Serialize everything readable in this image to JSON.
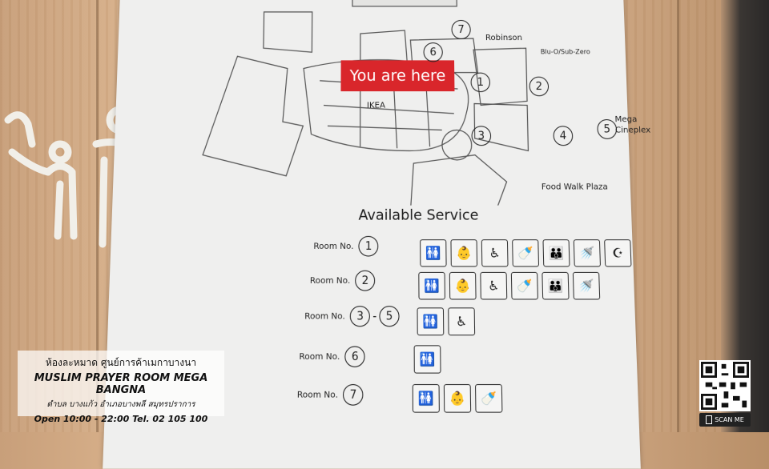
{
  "map": {
    "you_are_here": "You are here",
    "stores": [
      "Robinson",
      "Blu-O/Sub-Zero",
      "IKEA",
      "Mega",
      "Cineplex",
      "Food Walk Plaza"
    ],
    "room_markers": [
      "1",
      "2",
      "3",
      "4",
      "5",
      "6",
      "7"
    ]
  },
  "services": {
    "title": "Available Service",
    "rows": [
      {
        "label": "Room No.",
        "numbers": [
          "1"
        ],
        "icons": [
          "toilet-icon",
          "baby-change-icon",
          "wheelchair-icon",
          "nursing-icon",
          "family-icon",
          "child-wash-icon",
          "prayer-icon"
        ]
      },
      {
        "label": "Room No.",
        "numbers": [
          "2"
        ],
        "icons": [
          "toilet-icon",
          "baby-change-icon",
          "wheelchair-icon",
          "nursing-icon",
          "family-icon",
          "child-wash-icon"
        ]
      },
      {
        "label": "Room No.",
        "numbers": [
          "3",
          "5"
        ],
        "icons": [
          "toilet-icon",
          "wheelchair-icon"
        ]
      },
      {
        "label": "Room No.",
        "numbers": [
          "6"
        ],
        "icons": [
          "toilet-icon"
        ]
      },
      {
        "label": "Room No.",
        "numbers": [
          "7"
        ],
        "icons": [
          "toilet-icon",
          "baby-change-icon",
          "nursing-icon"
        ]
      }
    ]
  },
  "caption": {
    "line_th1": "ห้องละหมาด ศูนย์การค้าเมกาบางนา",
    "line_en": "MUSLIM PRAYER ROOM MEGA BANGNA",
    "line_th2": "ตำบล บางแก้ว อำเภอบางพลี สมุทรปราการ",
    "line_open": "Open 10:00 - 22:00  Tel. 02 105 100"
  },
  "qr": {
    "scan_label": "SCAN ME"
  },
  "colors": {
    "accent": "#d9262b",
    "board": "#efefee"
  }
}
